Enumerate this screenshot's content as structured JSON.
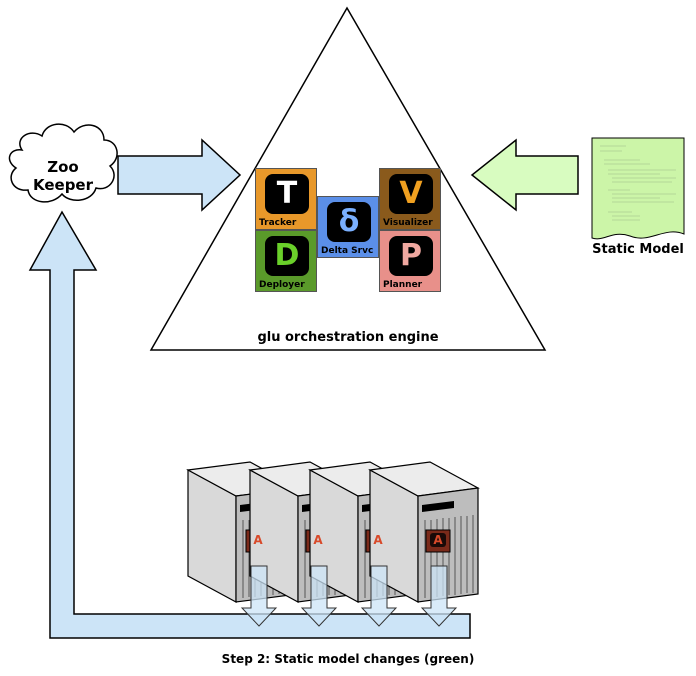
{
  "zookeeper": {
    "label_line1": "Zoo",
    "label_line2": "Keeper"
  },
  "engine": {
    "title": "glu orchestration engine"
  },
  "tiles": {
    "tracker": {
      "letter": "T",
      "label": "Tracker",
      "color": "#e8982a"
    },
    "delta": {
      "letter": "δ",
      "label": "Delta Srvc",
      "color": "#5b8fe8"
    },
    "visualizer": {
      "letter": "V",
      "label": "Visualizer",
      "color": "#8a5a1c"
    },
    "deployer": {
      "letter": "D",
      "label": "Deployer",
      "color": "#5a9a2a"
    },
    "planner": {
      "letter": "P",
      "label": "Planner",
      "color": "#e8908a"
    }
  },
  "static_model": {
    "label": "Static Model"
  },
  "agents": {
    "badge_letter": "A",
    "count": 4
  },
  "caption": "Step 2: Static model changes (green)",
  "colors": {
    "blue_arrow": "#cce4f7",
    "green_arrow": "#d8fcc0",
    "model_doc": "#ccf5a8",
    "server_body": "#c8c8c8"
  }
}
